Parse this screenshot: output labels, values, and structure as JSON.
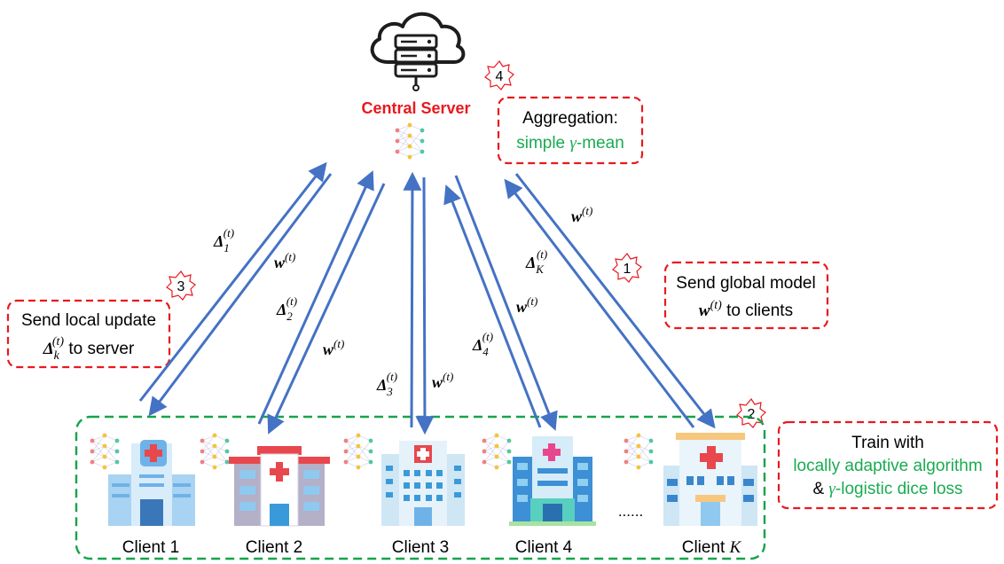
{
  "server": {
    "label": "Central Server",
    "label_color": "#e8191e"
  },
  "badges": {
    "b1": "1",
    "b2": "2",
    "b3": "3",
    "b4": "4"
  },
  "aggregation_box": {
    "line1": "Aggregation:",
    "line2_prefix": "simple ",
    "line2_symbol": "γ",
    "line2_suffix": "-mean"
  },
  "send_global_box": {
    "line1": "Send global model",
    "line2_var": "w",
    "line2_sup": "(t)",
    "line2_suffix": " to clients"
  },
  "send_local_box": {
    "line1": "Send local update",
    "line2_var": "Δ",
    "line2_sub": "k",
    "line2_sup": "(t)",
    "line2_suffix": " to server"
  },
  "train_box": {
    "line1": "Train with",
    "line2": "locally adaptive algorithm",
    "line3_prefix": "& ",
    "line3_symbol": "γ",
    "line3_suffix": "-logistic dice loss"
  },
  "arrow_labels": {
    "delta": "Δ",
    "w": "w",
    "sup": "(t)",
    "d1_sub": "1",
    "d2_sub": "2",
    "d3_sub": "3",
    "d4_sub": "4",
    "dK_sub": "K"
  },
  "clients": [
    {
      "label": "Client 1"
    },
    {
      "label": "Client 2"
    },
    {
      "label": "Client 3"
    },
    {
      "label": "Client 4"
    },
    {
      "label_prefix": "Client ",
      "label_var": "K"
    }
  ],
  "ellipsis": "......",
  "colors": {
    "arrow": "#4472c4",
    "red_dash": "#e8191e",
    "green_dash": "#17a34a",
    "green_text": "#1aab50",
    "hospital_blue": "#6fb2e8",
    "hospital_red": "#e8474d"
  }
}
